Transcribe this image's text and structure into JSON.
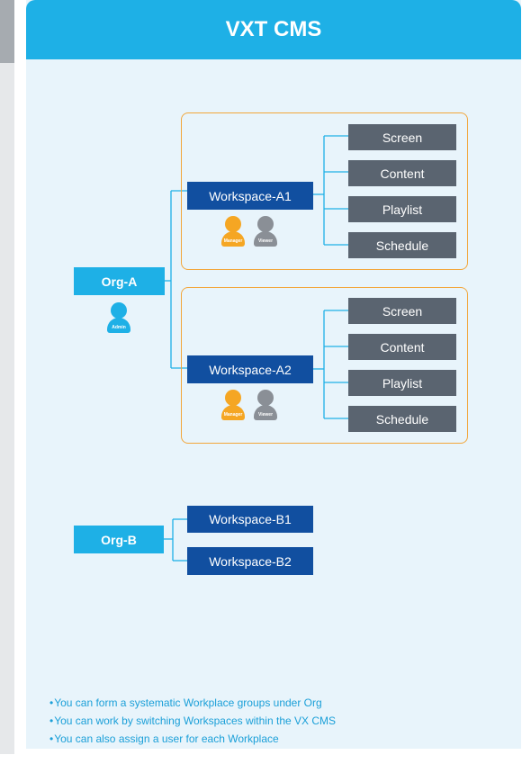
{
  "title": "VXT CMS",
  "items": [
    "Screen",
    "Content",
    "Playlist",
    "Schedule"
  ],
  "org_a": {
    "label": "Org-A",
    "role": "Admin"
  },
  "workspace_a1": {
    "label": "Workspace-A1",
    "roles": [
      "Manager",
      "Viewer"
    ]
  },
  "workspace_a2": {
    "label": "Workspace-A2",
    "roles": [
      "Manager",
      "Viewer"
    ]
  },
  "org_b": {
    "label": "Org-B"
  },
  "workspace_b1": {
    "label": "Workspace-B1"
  },
  "workspace_b2": {
    "label": "Workspace-B2"
  },
  "notes": [
    "You can form a systematic Workplace groups under Org",
    "You can work by switching Workspaces within the VX CMS",
    "You can also assign a user for each Workplace"
  ],
  "colors": {
    "header": "#1eb0e6",
    "org_box": "#1eb0e6",
    "workspace_box": "#114fa0",
    "item_box": "#5a6470",
    "group_border": "#f2a63a",
    "panel_bg": "#e8f4fb",
    "manager": "#f5a623",
    "viewer": "#8a8f96",
    "connector": "#1eb0e6"
  }
}
